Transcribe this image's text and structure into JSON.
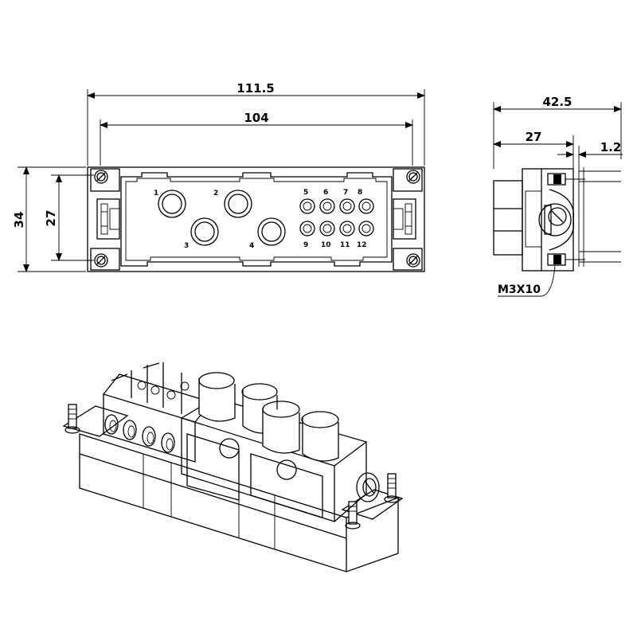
{
  "dimensions": {
    "overall_width": "111.5",
    "hole_spacing": "104",
    "overall_height": "34",
    "hole_height": "27",
    "depth": "42.5",
    "partial_depth": "27",
    "offset": "1.2"
  },
  "callout": {
    "screw": "M3X10"
  },
  "power_contacts": [
    "1",
    "2",
    "3",
    "4"
  ],
  "signal_contacts": [
    "5",
    "6",
    "7",
    "8",
    "9",
    "10",
    "11",
    "12"
  ]
}
